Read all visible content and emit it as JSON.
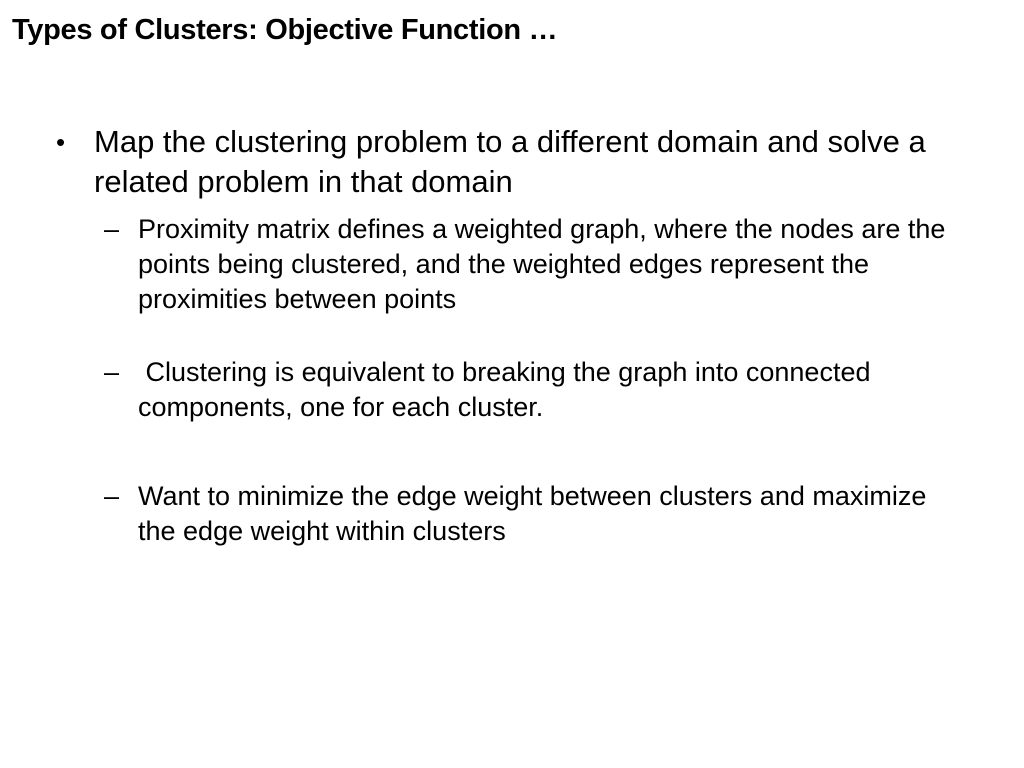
{
  "slide": {
    "title": "Types of Clusters: Objective Function …",
    "bullets": [
      {
        "marker": "•",
        "text": "Map the clustering problem to a different domain and solve a related problem in that domain",
        "sub_bullets": [
          {
            "marker": "–",
            "text": "Proximity matrix defines a weighted graph, where the nodes are the points being clustered, and the weighted edges represent the proximities between points"
          },
          {
            "marker": "–",
            "text": " Clustering is equivalent to breaking the graph into connected components, one for each cluster."
          },
          {
            "marker": "–",
            "text": "Want to minimize the edge weight between clusters and maximize the edge weight within clusters"
          }
        ]
      }
    ]
  }
}
